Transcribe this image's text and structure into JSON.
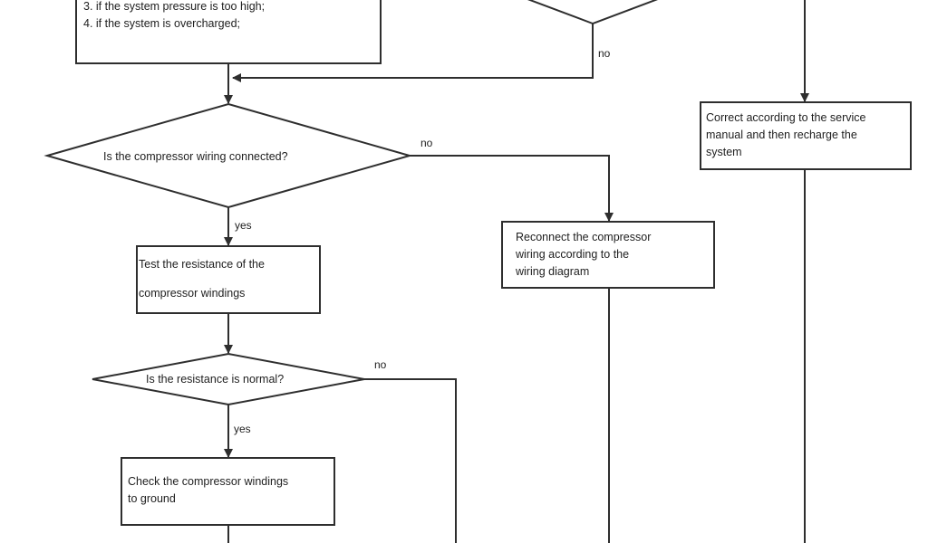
{
  "diagram": {
    "title": "Compressor troubleshooting flowchart (partial)",
    "nodes": {
      "checklist_box": {
        "lines": [
          "3. if the system pressure is too high;",
          "4. if the system is overcharged;"
        ]
      },
      "top_decision": {
        "text": ""
      },
      "correct_box": {
        "lines": [
          "Correct according to the service",
          "manual and then recharge the",
          "system"
        ]
      },
      "wiring_decision": {
        "text": "Is the compressor wiring connected?"
      },
      "reconnect_box": {
        "lines": [
          "Reconnect the compressor",
          "wiring according to the",
          "wiring diagram"
        ]
      },
      "test_resistance_box": {
        "lines": [
          "Test the resistance of the",
          "compressor windings"
        ]
      },
      "resistance_decision": {
        "text": "Is the resistance is normal?"
      },
      "check_ground_box": {
        "lines": [
          "Check the compressor windings",
          "to ground"
        ]
      }
    },
    "edge_labels": {
      "top_decision_no": "no",
      "wiring_no": "no",
      "wiring_yes": "yes",
      "resistance_no": "no",
      "resistance_yes": "yes"
    },
    "colors": {
      "stroke": "#2e2e2e",
      "text": "#1e1e1e",
      "background": "#ffffff"
    }
  }
}
